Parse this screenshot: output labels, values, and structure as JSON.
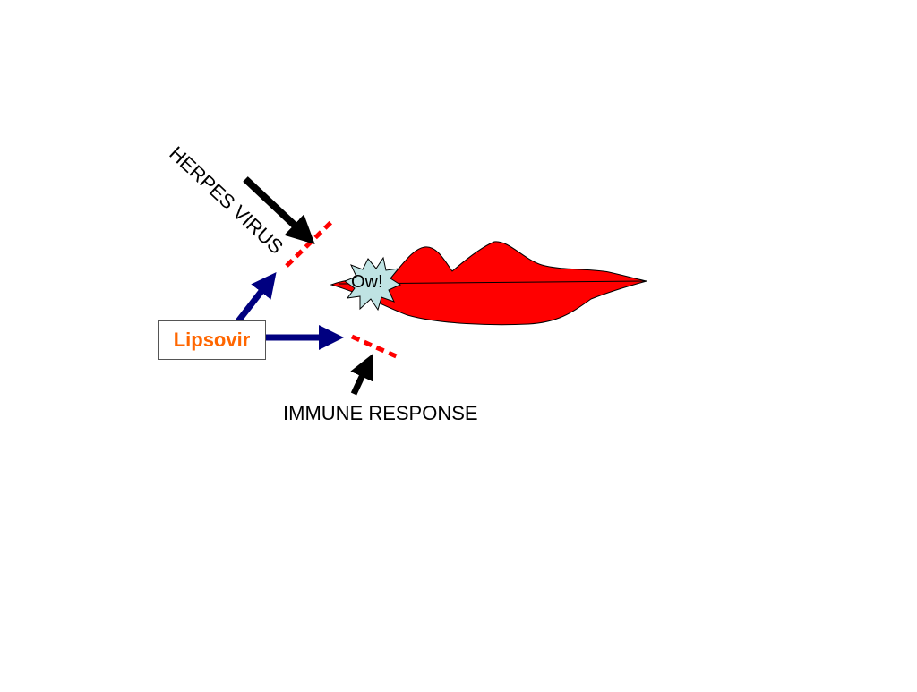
{
  "labels": {
    "herpes_virus": "HERPES VIRUS",
    "immune_response": "IMMUNE RESPONSE",
    "lipsovir": "Lipsovir",
    "ow": "Ow!"
  },
  "colors": {
    "lips_fill": "#ff0000",
    "starburst_fill": "#bfe3e3",
    "lipsovir_text": "#ff6600",
    "blue_arrow": "#000080",
    "black_arrow": "#000000",
    "dotted_line": "#ff0000"
  },
  "icons": {
    "lips": "lips-icon",
    "starburst": "starburst-icon"
  }
}
